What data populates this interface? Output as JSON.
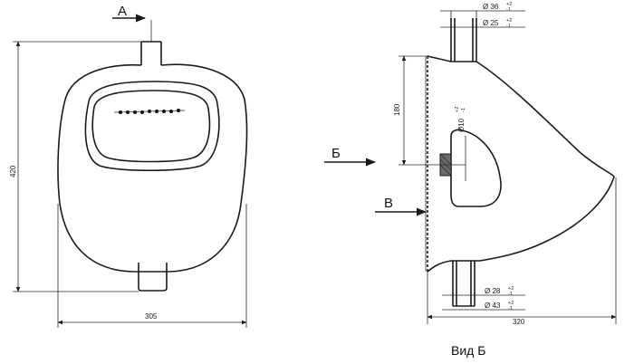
{
  "front_view": {
    "section_marker": "А",
    "width_dim": "305",
    "height_dim": "420"
  },
  "side_view": {
    "arrow_b": "Б",
    "arrow_v": "В",
    "dim_180": "180",
    "hole_dia_main": "Ø10",
    "hole_dia_tol_upper": "+2",
    "hole_dia_tol_lower": "-1",
    "top_outer_dia_main": "Ø 36",
    "top_outer_dia_tol_upper": "+2",
    "top_outer_dia_tol_lower": "-1",
    "top_inner_dia_main": "Ø 25",
    "top_inner_dia_tol_upper": "+2",
    "top_inner_dia_tol_lower": "-1",
    "bottom_inner_dia_main": "Ø 28",
    "bottom_inner_dia_tol_upper": "+2",
    "bottom_inner_dia_tol_lower": "-1",
    "bottom_outer_dia_main": "Ø 43",
    "bottom_outer_dia_tol_upper": "+2",
    "bottom_outer_dia_tol_lower": "-1",
    "depth_dim": "320",
    "caption": "Вид Б"
  }
}
